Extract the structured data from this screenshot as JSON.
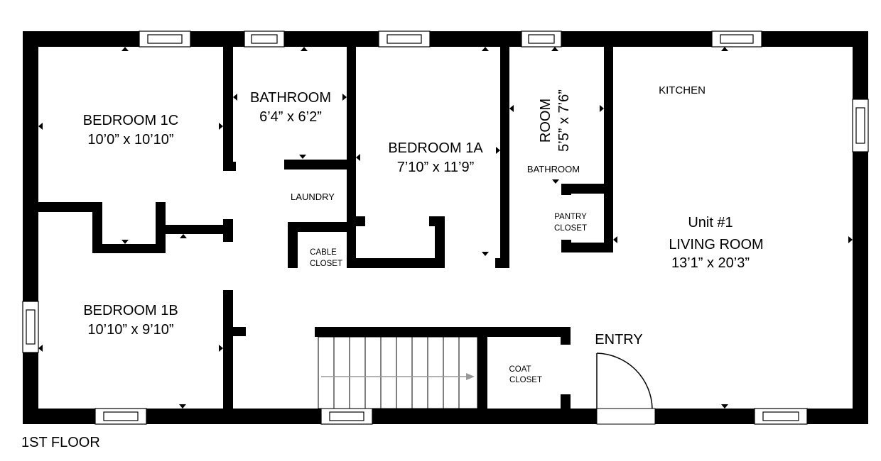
{
  "floor_label": "1ST FLOOR",
  "colors": {
    "wall": "#000000",
    "background": "#ffffff",
    "stair_arrow": "#999999"
  },
  "rooms": {
    "bedroom_1c": {
      "name": "BEDROOM 1C",
      "dims": "10’0” x 10’10”"
    },
    "bathroom": {
      "name": "BATHROOM",
      "dims": "6’4” x 6’2”"
    },
    "bedroom_1a": {
      "name": "BEDROOM 1A",
      "dims": "7’10” x 11’9”"
    },
    "room": {
      "name": "ROOM",
      "dims": "5’5” x 7’6”"
    },
    "bathroom_small": {
      "name": "BATHROOM"
    },
    "kitchen": {
      "name": "KITCHEN"
    },
    "laundry": {
      "name": "LAUNDRY"
    },
    "pantry_closet": {
      "line1": "PANTRY",
      "line2": "CLOSET"
    },
    "cable_closet": {
      "line1": "CABLE",
      "line2": "CLOSET"
    },
    "living_room": {
      "unit": "Unit #1",
      "name": "LIVING ROOM",
      "dims": "13’1” x 20’3”"
    },
    "bedroom_1b": {
      "name": "BEDROOM 1B",
      "dims": "10’10” x 9’10”"
    },
    "entry": {
      "name": "ENTRY"
    },
    "coat_closet": {
      "line1": "COAT",
      "line2": "CLOSET"
    }
  }
}
